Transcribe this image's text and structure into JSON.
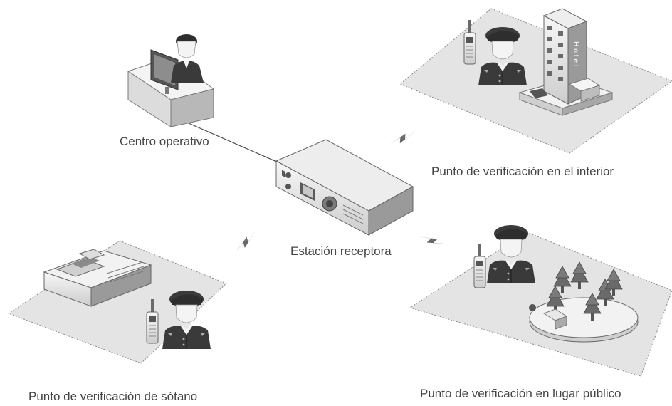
{
  "labels": {
    "operations_center": "Centro operativo",
    "receiving_station": "Estación receptora",
    "indoor_checkpoint": "Punto de verificación en el interior",
    "basement_checkpoint": "Punto de verificación de sótano",
    "public_checkpoint": "Punto de verificación en lugar público",
    "hotel_sign": "Hotel"
  },
  "colors": {
    "ground_fill": "#e4e4e4",
    "ground_border": "#8a8a8a",
    "device_light": "#f2f2f2",
    "device_mid": "#cfcfcf",
    "device_dark": "#6e6e6e",
    "uniform": "#3a3a3a",
    "text": "#444444"
  },
  "icons": [
    "operator-at-desk-icon",
    "radio-station-icon",
    "lightning-signal-icon",
    "guard-with-radio-icon",
    "hotel-building-icon",
    "charger-base-icon",
    "park-trees-icon"
  ]
}
